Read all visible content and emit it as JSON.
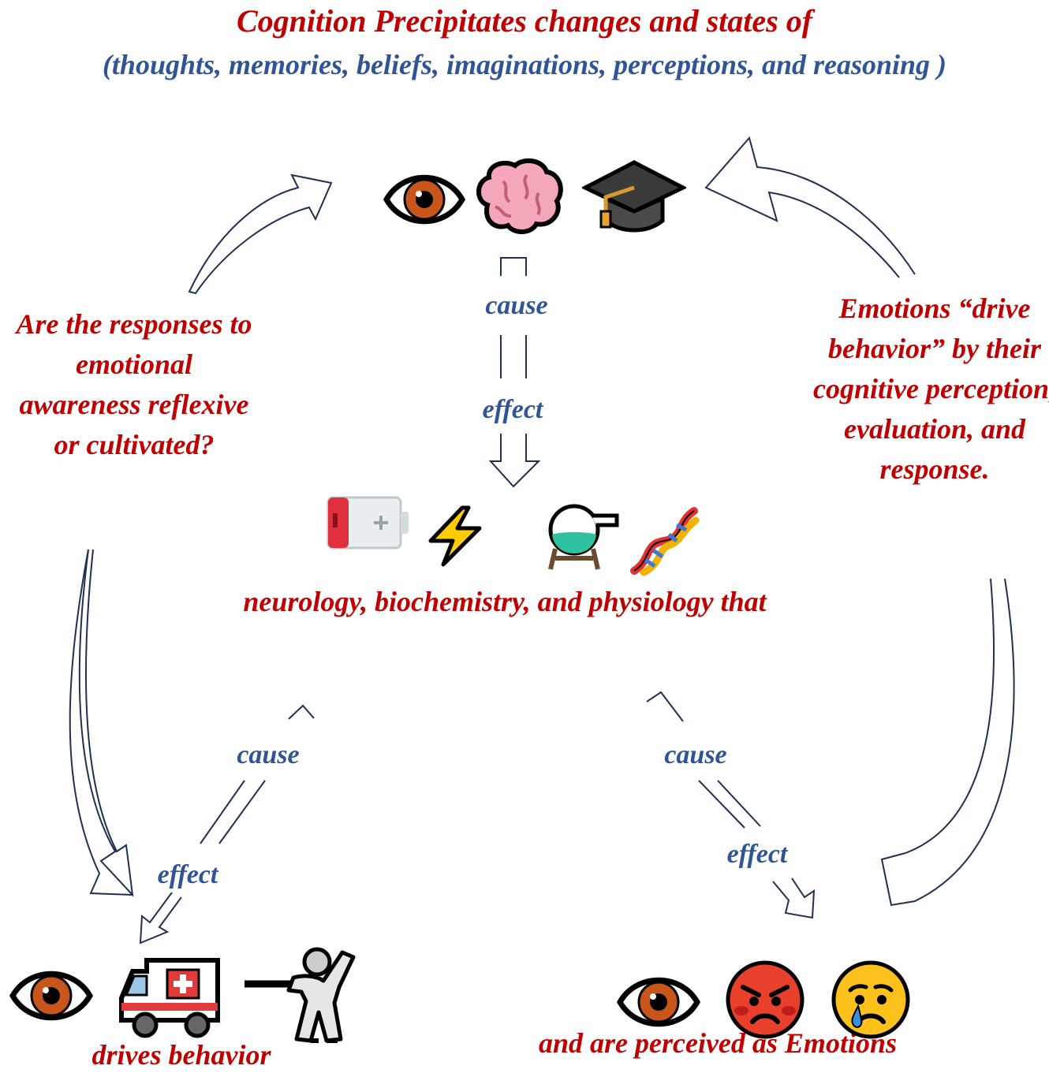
{
  "title": "Cognition Precipitates changes and states of",
  "subtitle": "(thoughts, memories, beliefs, imaginations, perceptions, and reasoning )",
  "left_question": "Are the responses to emotional awareness reflexive or cultivated?",
  "right_statement": "Emotions “drive behavior” by their cognitive perception, evaluation, and response.",
  "middle_text": "neurology, biochemistry, and physiology that",
  "bottom_left_text": "drives behavior",
  "bottom_right_text": "and are perceived as Emotions",
  "arrow_labels": {
    "top_cause": "cause",
    "top_effect": "effect",
    "left_cause": "cause",
    "left_effect": "effect",
    "right_cause": "cause",
    "right_effect": "effect"
  },
  "icons": {
    "top": [
      "eye-icon",
      "brain-icon",
      "graduation-cap-icon"
    ],
    "middle": [
      "battery-icon",
      "lightning-icon",
      "flask-icon",
      "dna-icon"
    ],
    "bottom_left": [
      "eye-icon",
      "ambulance-icon",
      "fencer-icon"
    ],
    "bottom_right": [
      "eye-icon",
      "angry-face-icon",
      "crying-face-icon"
    ]
  },
  "colors": {
    "heading_red": "#c00000",
    "label_blue": "#2f5597",
    "arrow_outline": "#1f3050"
  }
}
